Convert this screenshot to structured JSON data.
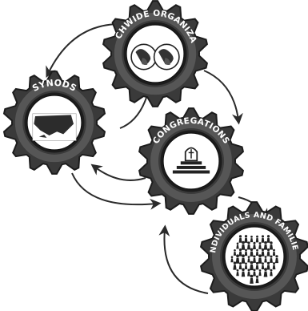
{
  "diagram": {
    "gears": [
      {
        "id": "churchwide",
        "label": "CHURCHWIDE ORGANIZATION",
        "icon": "globe-map-icon"
      },
      {
        "id": "synods",
        "label": "SYNODS",
        "icon": "us-map-icon"
      },
      {
        "id": "congregations",
        "label": "CONGREGATIONS",
        "icon": "church-building-icon"
      },
      {
        "id": "individuals",
        "label": "INDIVIDUALS AND FAMILIES",
        "icon": "people-crowd-icon"
      }
    ],
    "colors": {
      "gear_outer": "#3a3a3a",
      "gear_dark": "#1c1c1c",
      "gear_light": "#6e6e6e",
      "icon_bg": "#ffffff",
      "arrow": "#2a2a2a"
    }
  }
}
